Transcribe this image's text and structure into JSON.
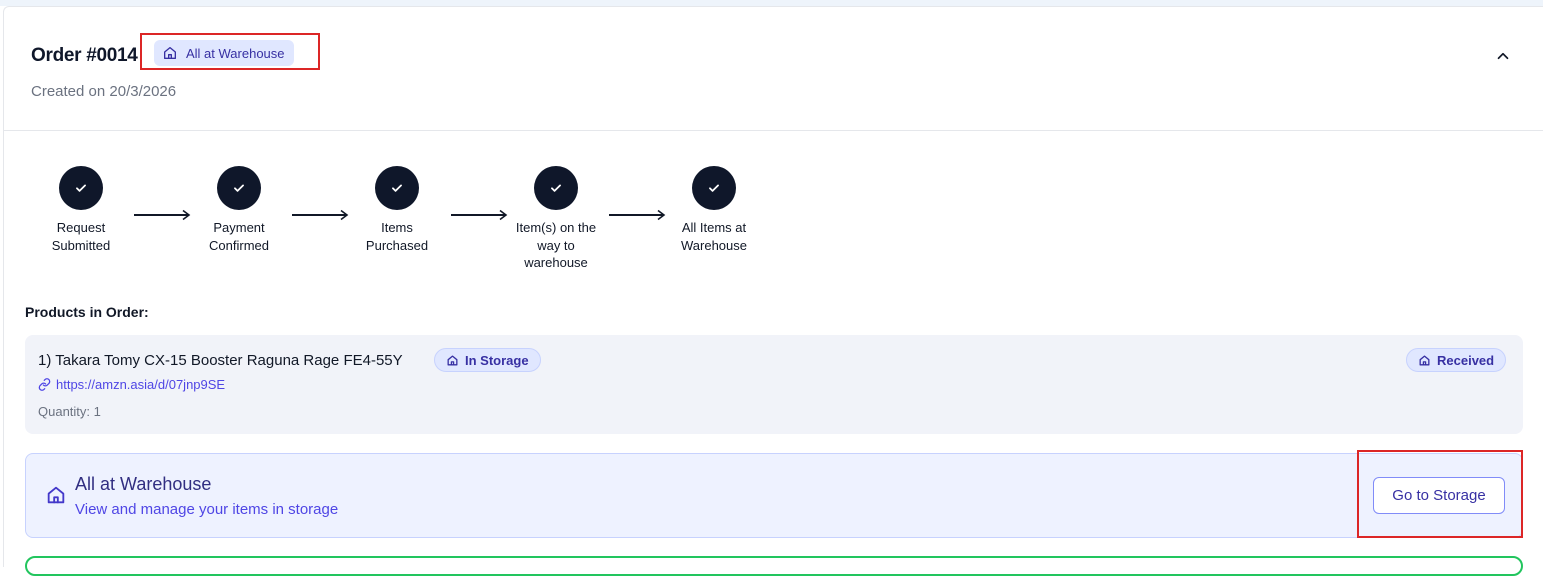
{
  "order": {
    "title": "Order #0014",
    "status_badge": "All at Warehouse",
    "created": "Created on 20/3/2026"
  },
  "steps": [
    {
      "label": "Request\nSubmitted",
      "done": true
    },
    {
      "label": "Payment\nConfirmed",
      "done": true
    },
    {
      "label": "Items\nPurchased",
      "done": true
    },
    {
      "label": "Item(s) on the\nway to\nwarehouse",
      "done": true
    },
    {
      "label": "All Items at\nWarehouse",
      "done": true
    }
  ],
  "products_section": {
    "title": "Products in Order:",
    "items": [
      {
        "name": "1) Takara Tomy CX-15 Booster Raguna Rage FE4-55Y",
        "storage_status": "In Storage",
        "link": "https://amzn.asia/d/07jnp9SE",
        "quantity": "Quantity: 1",
        "received_status": "Received"
      }
    ]
  },
  "warehouse_panel": {
    "title": "All at Warehouse",
    "subtitle": "View and manage your items in storage",
    "button": "Go to Storage"
  },
  "colors": {
    "step_circle": "#0f172a",
    "accent": "#3730a3",
    "highlight": "#dc2626",
    "success_border": "#22c55e"
  },
  "icons": [
    "house-icon",
    "check-icon",
    "link-icon",
    "chevron-up-icon",
    "arrow-right-icon"
  ]
}
